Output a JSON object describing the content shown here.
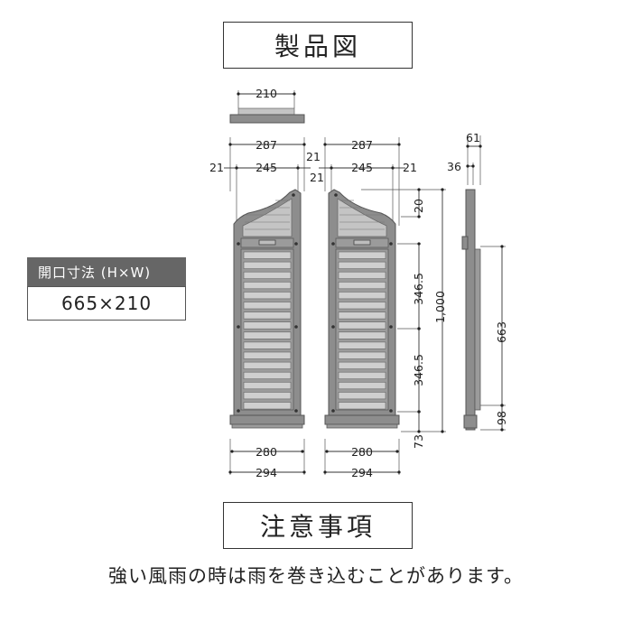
{
  "header": {
    "title": "製品図"
  },
  "spec": {
    "label": "開口寸法 (H×W)",
    "value": "665×210"
  },
  "dimensions": {
    "top_view": {
      "width": "210"
    },
    "left_panel": {
      "overall": "287",
      "inner": "245",
      "margin_left": "21",
      "margin_right": "21",
      "bottom_inner": "280",
      "bottom_outer": "294"
    },
    "right_panel": {
      "overall": "287",
      "inner": "245",
      "margin_left": "21",
      "margin_right": "21",
      "bottom_inner": "280",
      "bottom_outer": "294"
    },
    "front_height": {
      "top": "20",
      "upper": "346.5",
      "lower": "346.5",
      "total": "1,000",
      "bottom": "73"
    },
    "side_view": {
      "depth_outer": "61",
      "depth_inner": "36",
      "height": "663",
      "bottom": "98"
    }
  },
  "notes": {
    "title": "注意事項",
    "text": "強い風雨の時は雨を巻き込むことがあります。"
  },
  "colors": {
    "panel_body": "#8d8d8d",
    "slat": "#cfcfcf",
    "label_bg": "#666666"
  }
}
